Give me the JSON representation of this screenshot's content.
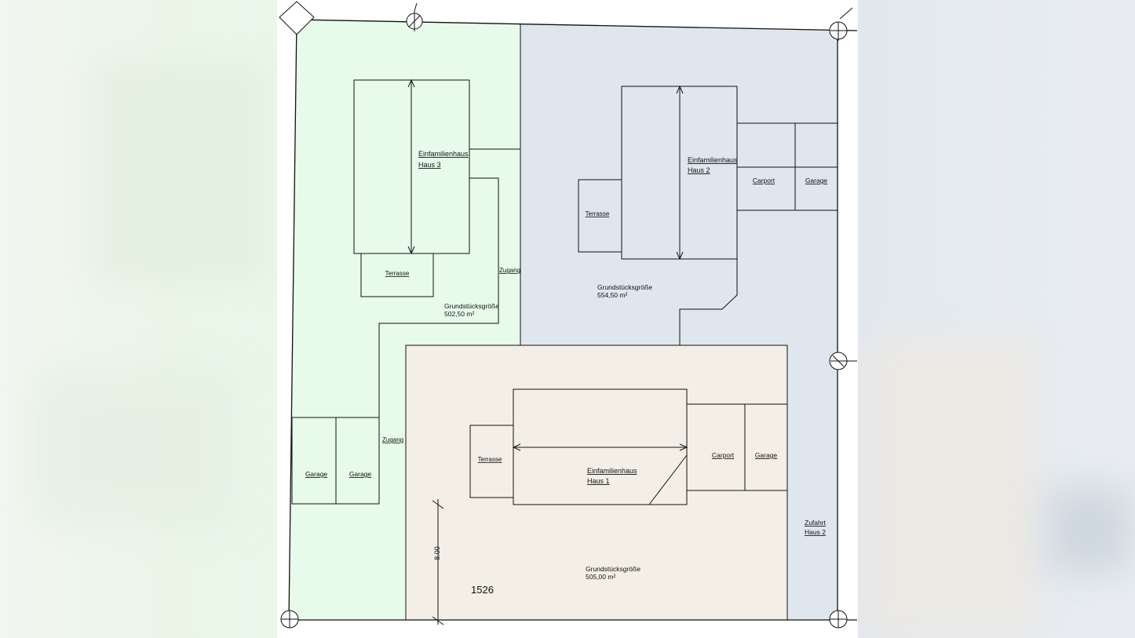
{
  "parcel_number": "1526",
  "dimension": "8.00",
  "lots": {
    "haus1": {
      "area_label": "Grundstücksgröße",
      "area_value": "505,00 m²",
      "house_title": "Einfamilienhaus",
      "house_sub": "Haus 1",
      "terrace": "Terrasse",
      "carport": "Carport",
      "garage": "Garage",
      "color": "#f3efe7"
    },
    "haus2": {
      "area_label": "Grundstücksgröße",
      "area_value": "554,50 m²",
      "house_title": "Einfamilienhaus",
      "house_sub": "Haus 2",
      "terrace": "Terrasse",
      "carport": "Carport",
      "garage": "Garage",
      "access_line1": "Zufahrt",
      "access_line2": "Haus 2",
      "color": "#dfe6ee"
    },
    "haus3": {
      "area_label": "Grundstücksgröße",
      "area_value": "502,50 m²",
      "house_title": "Einfamilienhaus",
      "house_sub": "Haus 3",
      "terrace": "Terrasse",
      "access_upper": "Zugang",
      "access_lower": "Zugang",
      "garage_left": "Garage",
      "garage_right": "Garage",
      "color": "#e8fbea"
    }
  }
}
